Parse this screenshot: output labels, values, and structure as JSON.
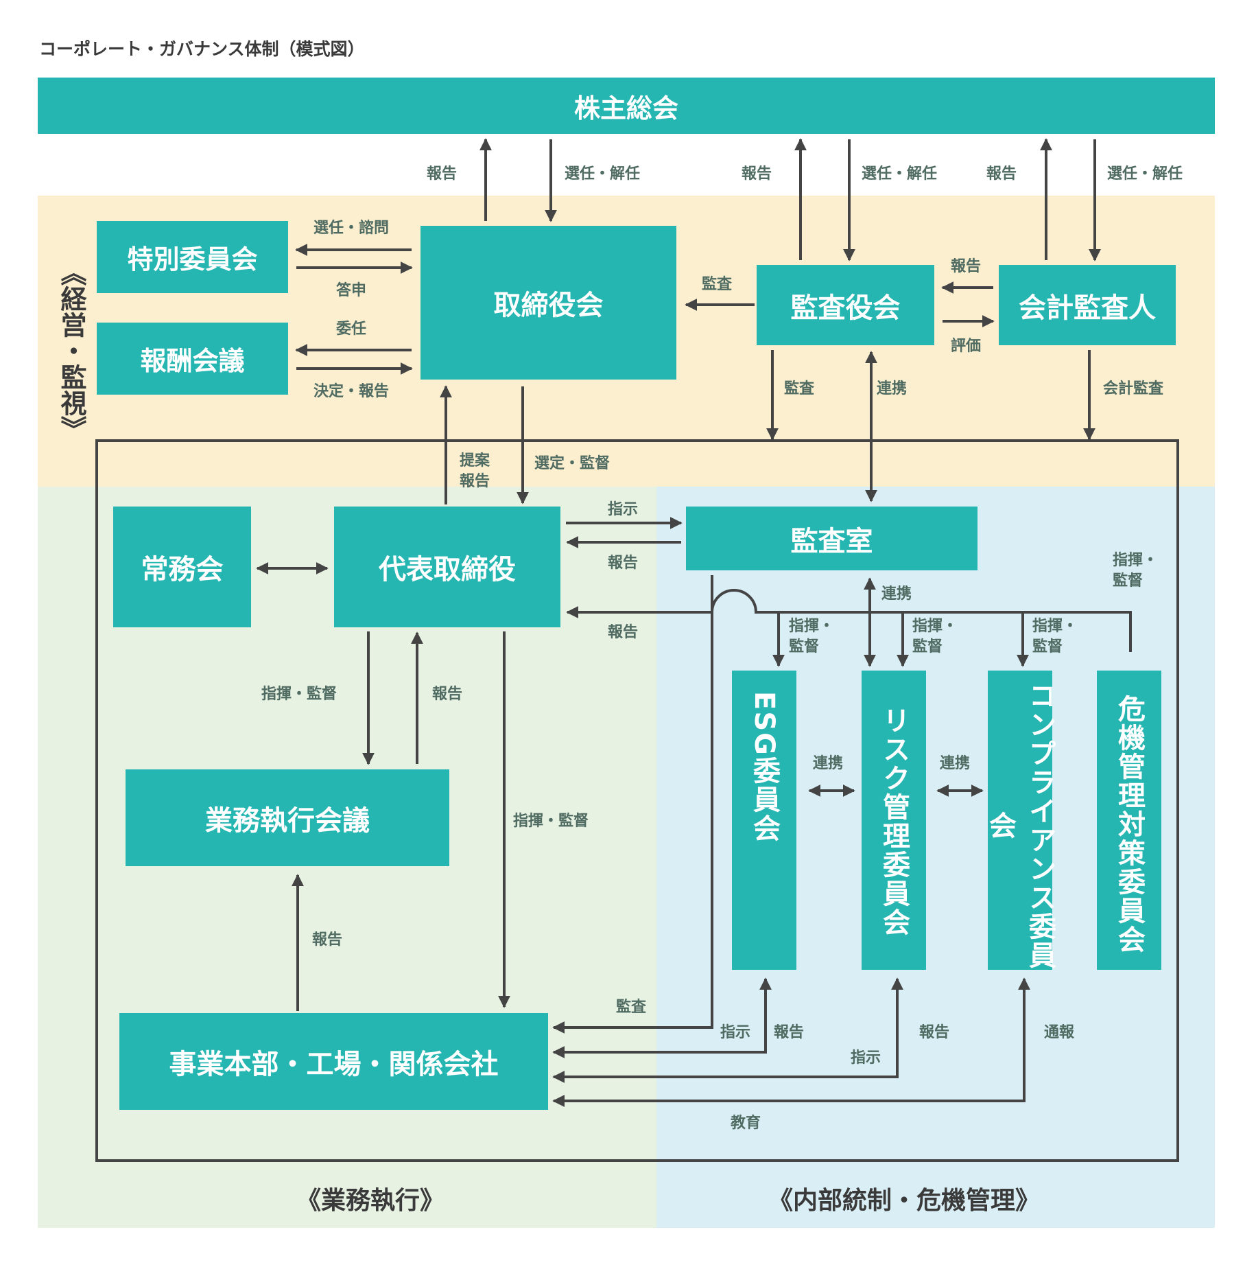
{
  "title": "コーポレート・ガバナンス体制（模式図）",
  "colors": {
    "box": "#26b6b2",
    "zone_management": "#fbefcf",
    "zone_execution": "#e8f2e3",
    "zone_internal": "#d9eef5",
    "line": "#444444",
    "label": "#4f6b62"
  },
  "sections": {
    "management": "《経営・監視》",
    "execution": "《業務執行》",
    "internal": "《内部統制・危機管理》"
  },
  "boxes": {
    "shareholders": "株主総会",
    "special_committee": "特別委員会",
    "remuneration": "報酬会議",
    "board": "取締役会",
    "auditors": "監査役会",
    "accounting_auditor": "会計監査人",
    "managing": "常務会",
    "president": "代表取締役",
    "audit_office": "監査室",
    "exec_meeting": "業務執行会議",
    "divisions": "事業本部・工場・関係会社",
    "esg": "ESG委員会",
    "risk": "リスク管理委員会",
    "compliance": "コンプライアンス委員会",
    "crisis": "危機管理対策委員会"
  },
  "labels": {
    "sh_board_report": "報告",
    "sh_board_elect": "選任・解任",
    "sh_aud_report": "報告",
    "sh_aud_elect": "選任・解任",
    "sh_acc_report": "報告",
    "sh_acc_elect": "選任・解任",
    "special_elect": "選任・諮問",
    "special_reply": "答申",
    "remu_delegate": "委任",
    "remu_decide": "決定・報告",
    "aud_board": "監査",
    "acc_report": "報告",
    "acc_eval": "評価",
    "aud_audit": "監査",
    "aud_link": "連携",
    "acc_audit": "会計監査",
    "president_propose": "提案\n報告",
    "president_select": "選定・監督",
    "office_instruct": "指示",
    "office_report": "報告",
    "crisis_direct": "指揮・\n監督",
    "committees_report": "報告",
    "office_link": "連携",
    "esg_direct": "指揮・\n監督",
    "risk_direct": "指揮・\n監督",
    "comp_direct": "指揮・\n監督",
    "exec_direct": "指揮・監督",
    "exec_report": "報告",
    "div_direct": "指揮・監督",
    "esg_risk_link": "連携",
    "risk_comp_link": "連携",
    "div_exec_report": "報告",
    "div_audit": "監査",
    "esg_instruct": "指示",
    "esg_report": "報告",
    "risk_instruct": "指示",
    "risk_report": "報告",
    "comp_notify": "通報",
    "comp_educate": "教育"
  }
}
